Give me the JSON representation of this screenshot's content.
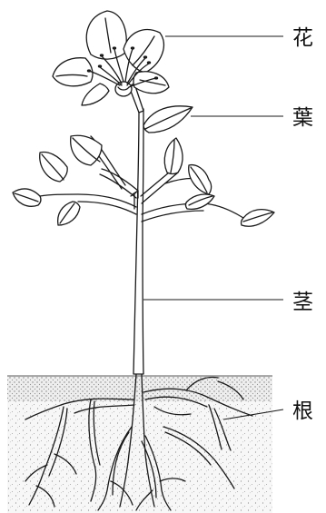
{
  "labels": {
    "flower": "花",
    "leaf": "葉",
    "stem": "茎",
    "root": "根"
  }
}
